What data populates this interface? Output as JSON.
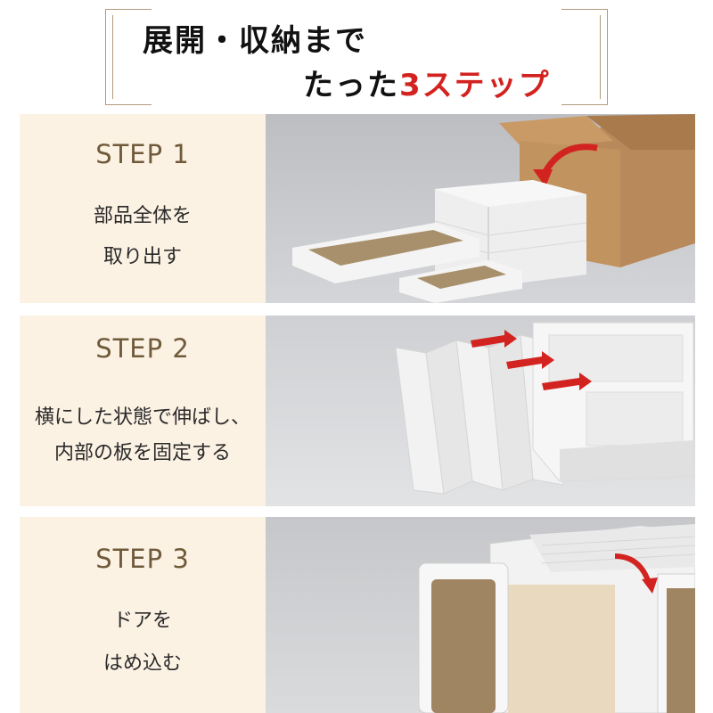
{
  "header": {
    "title_line1": "展開・収納まで",
    "title_line2_prefix": "たった",
    "title_line2_accent": "3ステップ"
  },
  "colors": {
    "accent": "#d32320",
    "step_label": "#6f5a3a",
    "panel_bg": "#fcf2e4",
    "bracket": "#b09a7e"
  },
  "steps": [
    {
      "label": "STEP 1",
      "desc_line1": "部品全体を",
      "desc_line2": "取り出す"
    },
    {
      "label": "STEP 2",
      "desc_line1": "横にした状態で伸ばし、",
      "desc_line2": "内部の板を固定する"
    },
    {
      "label": "STEP 3",
      "desc_line1": "ドアを",
      "desc_line2": "はめ込む"
    }
  ]
}
